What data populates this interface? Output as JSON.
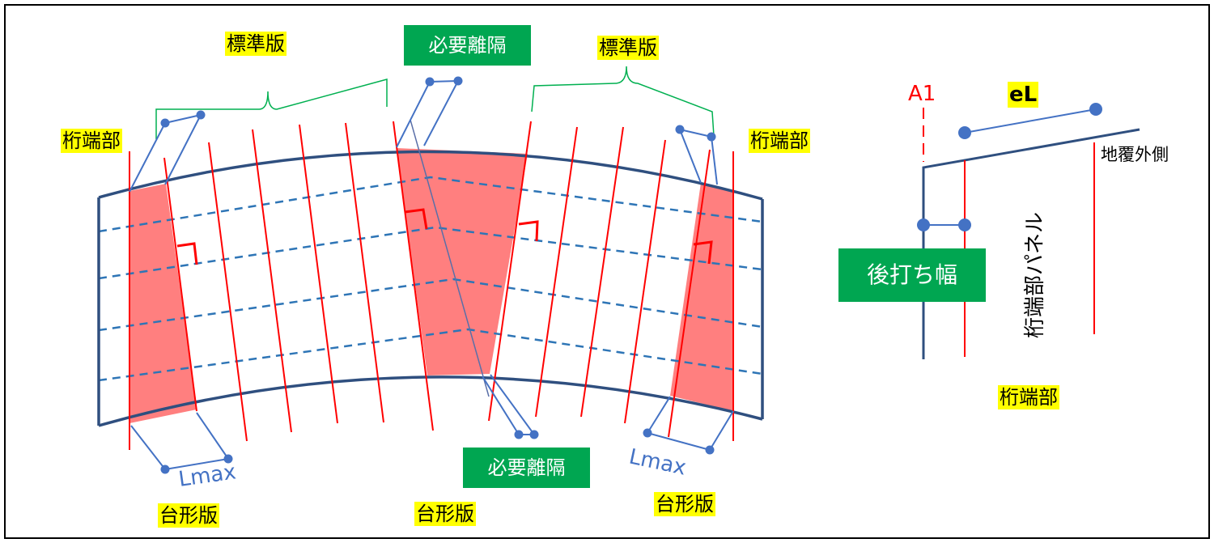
{
  "labels": {
    "standard_plate": "標準版",
    "girder_end": "桁端部",
    "required_clearance": "必要離隔",
    "trapezoid_plate": "台形版",
    "lmax": "Lmax",
    "a1": "A1",
    "el": "eL",
    "cover_outside": "地覆外側",
    "end_panel": "桁端部パネル",
    "post_cast_width": "後打ち幅"
  },
  "colors": {
    "red_line": "#ff0000",
    "trapezoid_fill": "#ff7f7f",
    "deck_outline": "#2f4f7f",
    "dashed": "#2e75b6",
    "dim_blue": "#4472c4",
    "brace_green": "#00b050",
    "highlight_yellow": "#ffff00",
    "green_box": "#00a651"
  }
}
